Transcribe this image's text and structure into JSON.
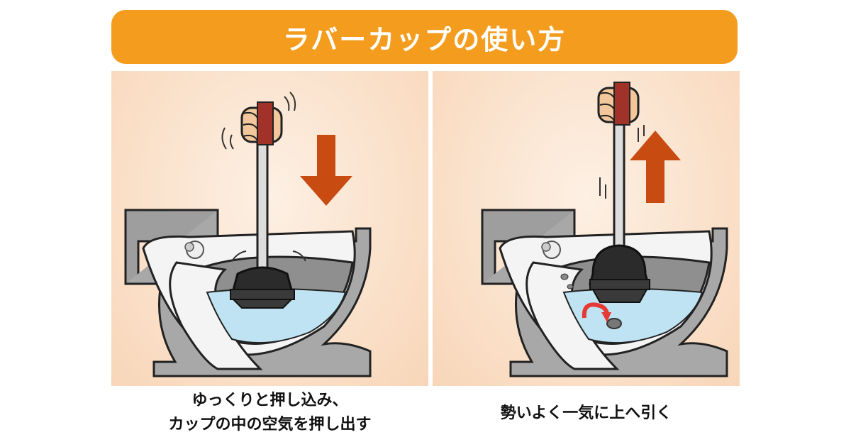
{
  "title": "ラバーカップの使い方",
  "steps": [
    {
      "caption_line1": "ゆっくりと押し込み、",
      "caption_line2": "カップの中の空気を押し出す",
      "arrow_direction": "down",
      "icon": "arrow-down-icon"
    },
    {
      "caption_line1": "勢いよく一気に上へ引く",
      "arrow_direction": "up",
      "icon": "arrow-up-icon"
    }
  ],
  "colors": {
    "title_bg": "#f39c1e",
    "title_text": "#ffffff",
    "arrow": "#c84b12",
    "water": "#bfe3f2",
    "toilet_gray": "#9e9e9e",
    "swirl_arrow": "#e53935"
  }
}
